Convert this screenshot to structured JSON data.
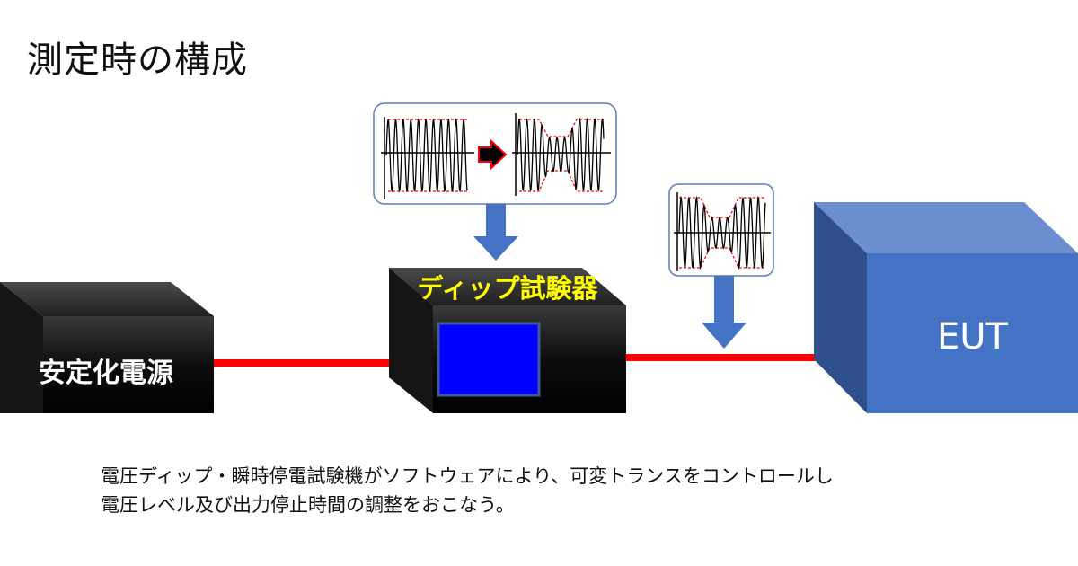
{
  "title": "測定時の構成",
  "blocks": {
    "power_supply": "安定化電源",
    "dip_tester": "ディップ試験器",
    "eut": "EUT"
  },
  "description": [
    "電圧ディップ・瞬時停電試験機がソフトウェアにより、可変トランスをコントロールし",
    "電圧レベル及び出力停止時間の調整をおこなう。"
  ],
  "colors": {
    "cable": "#ff0000",
    "arrow": "#4472c4",
    "eut_front": "#4472c4",
    "dip_label": "#ffff00",
    "screen": "#0000ff",
    "envelope": "#ff0000"
  },
  "icons": {
    "waveform_before": "sine-wave-icon",
    "waveform_after": "dipped-sine-wave-icon",
    "transition_arrow": "right-arrow-icon"
  }
}
